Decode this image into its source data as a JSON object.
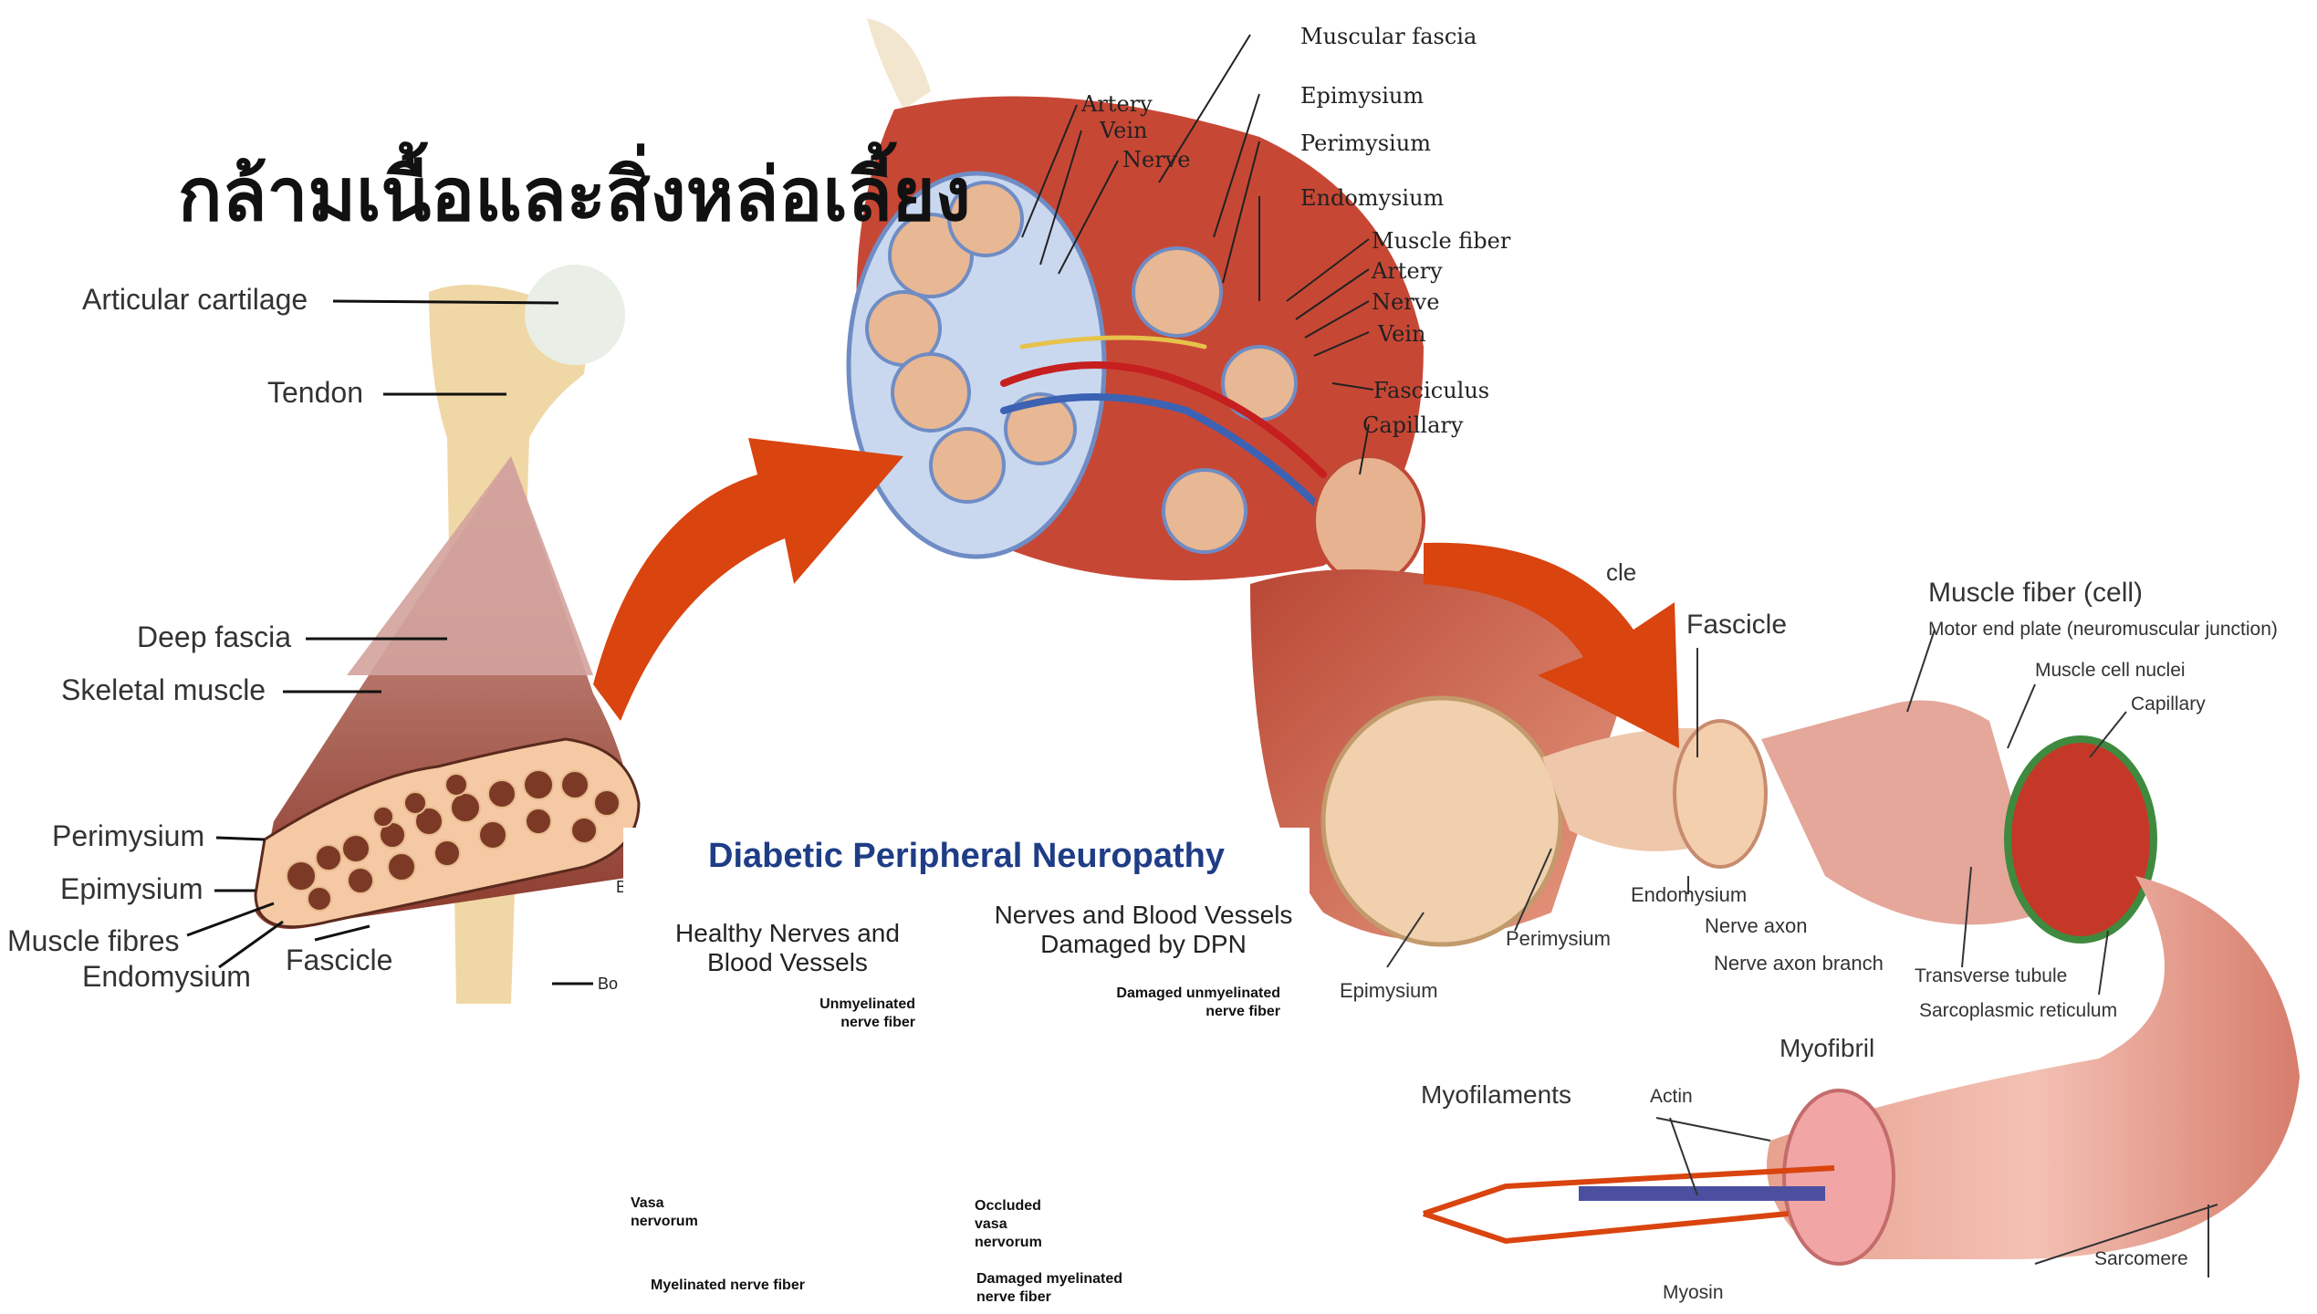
{
  "title": "กล้ามเนื้อและสิ่งหล่อเลี้ยง",
  "left_diagram": {
    "labels": {
      "articular_cartilage": "Articular cartilage",
      "tendon": "Tendon",
      "deep_fascia": "Deep fascia",
      "skeletal_muscle": "Skeletal muscle",
      "perimysium": "Perimysium",
      "epimysium": "Epimysium",
      "muscle_fibres": "Muscle fibres",
      "endomysium": "Endomysium",
      "fascicle": "Fascicle",
      "b_cut": "B",
      "bo_cut": "Bo"
    }
  },
  "center_diagram": {
    "labels": {
      "muscular_fascia": "Muscular fascia",
      "epimysium": "Epimysium",
      "perimysium": "Perimysium",
      "endomysium": "Endomysium",
      "muscle_fiber": "Muscle fiber",
      "artery_top": "Artery",
      "vein_top": "Vein",
      "nerve_top": "Nerve",
      "artery": "Artery",
      "nerve": "Nerve",
      "vein": "Vein",
      "fasciculus": "Fasciculus",
      "capillary": "Capillary"
    }
  },
  "right_diagram": {
    "labels": {
      "cle_cut": "cle",
      "fascicle": "Fascicle",
      "muscle_fiber_cell": "Muscle fiber (cell)",
      "motor_end_plate": "Motor end plate (neuromuscular junction)",
      "muscle_cell_nuclei": "Muscle cell nuclei",
      "capillary": "Capillary",
      "endomysium": "Endomysium",
      "nerve_axon": "Nerve axon",
      "nerve_axon_branch": "Nerve axon branch",
      "perimysium": "Perimysium",
      "epimysium": "Epimysium",
      "transverse_tubule": "Transverse tubule",
      "sarcoplasmic_reticulum": "Sarcoplasmic reticulum",
      "myofibril": "Myofibril",
      "myofilaments": "Myofilaments",
      "actin": "Actin",
      "myosin": "Myosin",
      "sarcomere": "Sarcomere"
    }
  },
  "dpn_panel": {
    "title": "Diabetic Peripheral Neuropathy",
    "healthy_heading": "Healthy Nerves and Blood Vessels",
    "damaged_heading": "Nerves and Blood Vessels Damaged by DPN",
    "unmyelinated": "Unmyelinated nerve fiber",
    "vasa_nervorum": "Vasa nervorum",
    "myelinated": "Myelinated nerve fiber",
    "damaged_unmyelinated": "Damaged unmyelinated nerve fiber",
    "occluded_vasa": "Occluded vasa nervorum",
    "damaged_myelinated": "Damaged myelinated nerve fiber"
  },
  "colors": {
    "arrow": "#d9440f",
    "muscle_dark": "#8b3a2c",
    "muscle_light": "#c98e7a",
    "bone": "#f0d7a6",
    "dpn_title": "#1f3d86"
  }
}
